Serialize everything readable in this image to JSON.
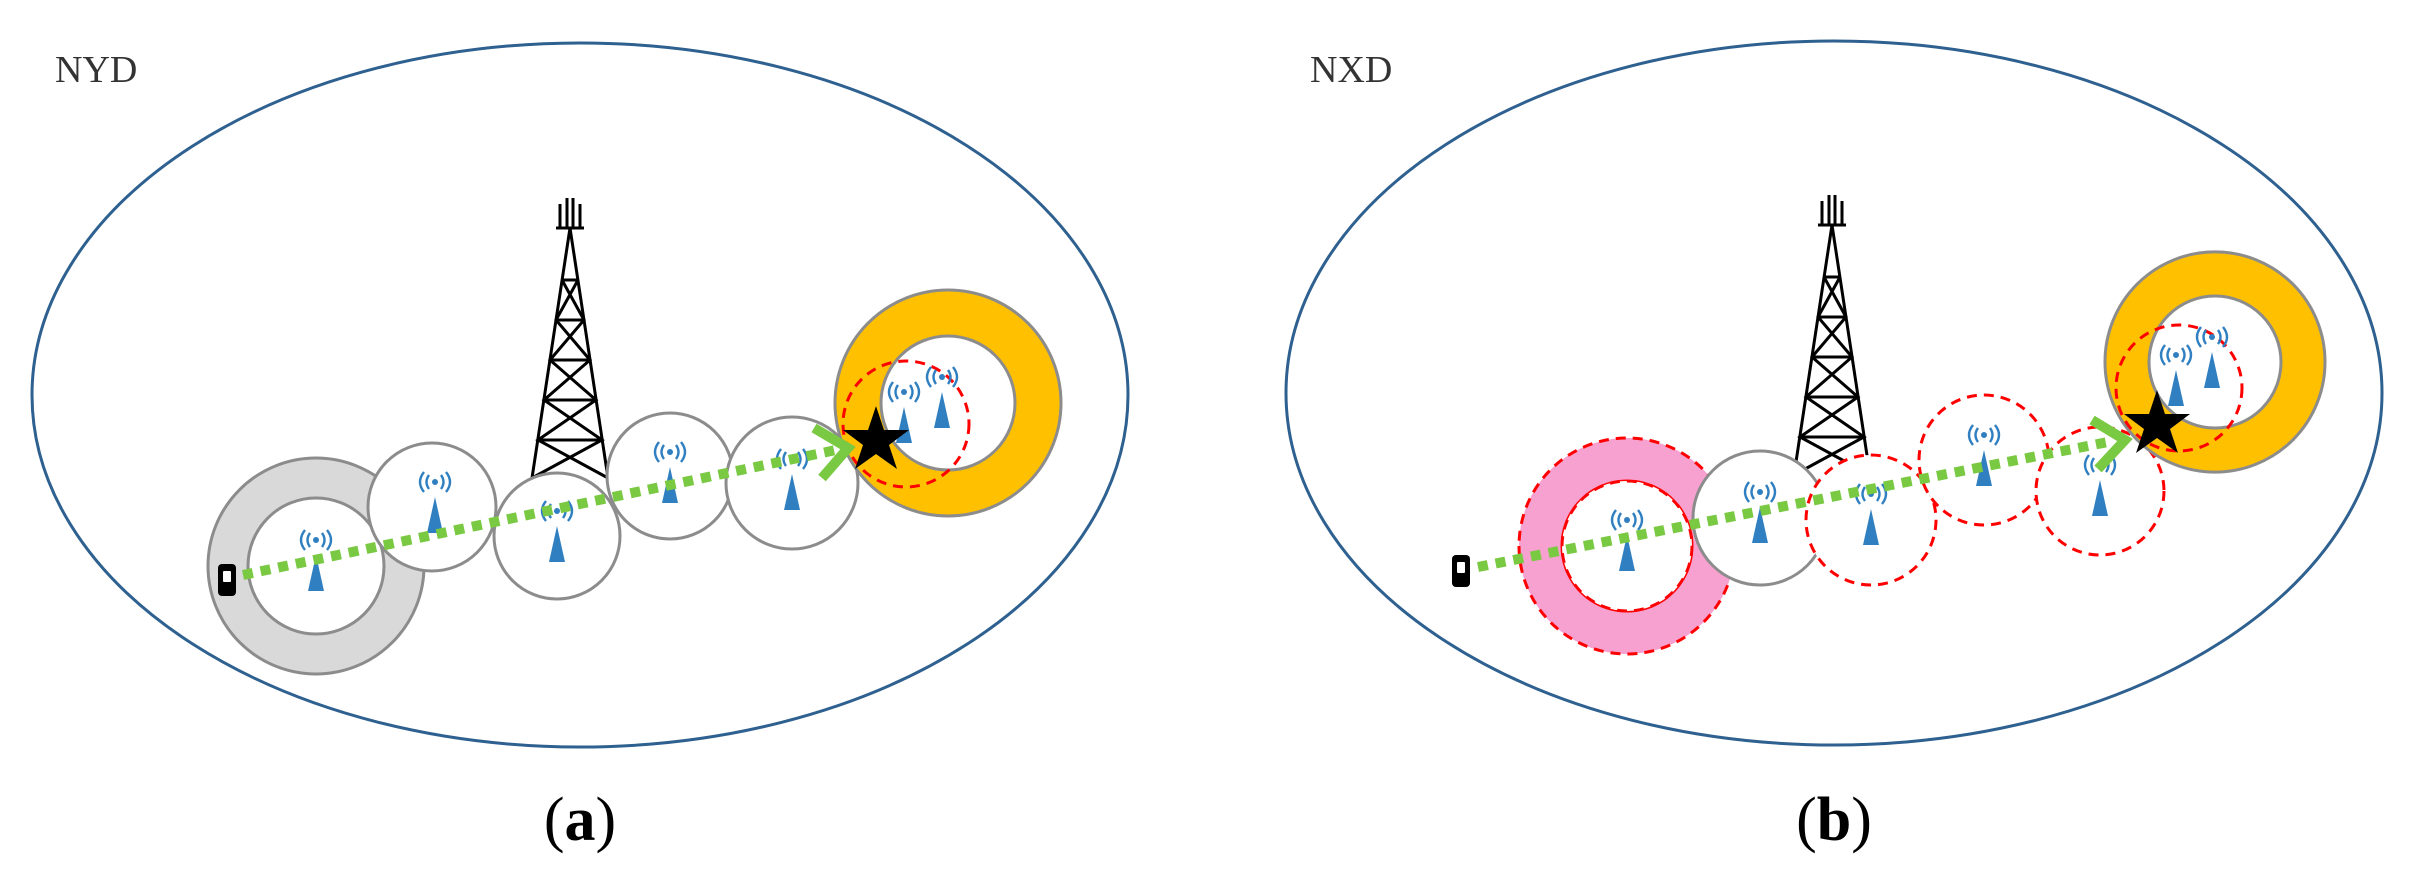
{
  "panels": [
    {
      "id": "a",
      "label": "NYD",
      "caption_open": "(",
      "caption_letter": "a",
      "caption_close": ")"
    },
    {
      "id": "b",
      "label": "NXD",
      "caption_open": "(",
      "caption_letter": "b",
      "caption_close": ")"
    }
  ],
  "colors": {
    "region_outline": "#2e6090",
    "cell_outline": "#8c8c8c",
    "serving_ring": "#d9d9d9",
    "target_ring": "#ffc000",
    "failure_ring": "#f7a1d0",
    "dashed_cell": "#ff0000",
    "trajectory": "#7ac943",
    "small_cell_icon": "#2f7fc1",
    "macro_tower": "#000000",
    "star": "#000000"
  },
  "icons": {
    "macro": "macro-tower-icon",
    "small_cell": "small-cell-antenna-icon",
    "user": "mobile-user-icon",
    "handover_point": "star-icon"
  }
}
